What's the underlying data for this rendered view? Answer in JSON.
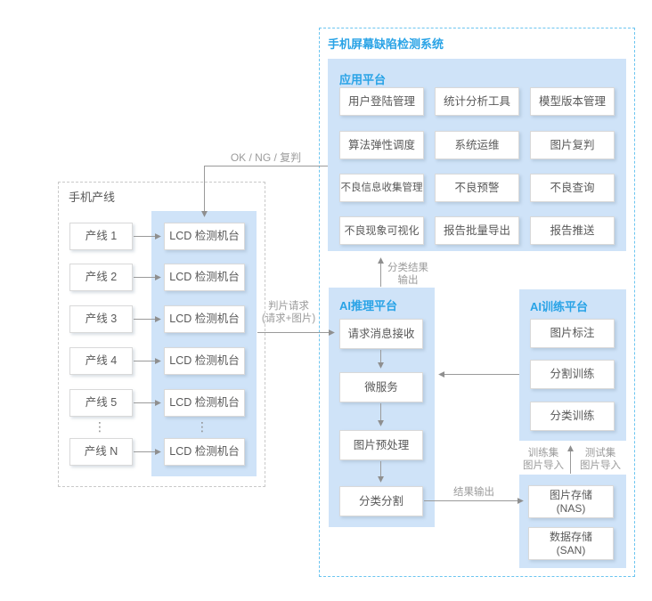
{
  "system": {
    "title": "手机屏幕缺陷检测系统",
    "app_platform": {
      "title": "应用平台",
      "items": [
        "用户登陆管理",
        "统计分析工具",
        "模型版本管理",
        "算法弹性调度",
        "系统运维",
        "图片复判",
        "不良信息收集管理",
        "不良预警",
        "不良查询",
        "不良现象可视化",
        "报告批量导出",
        "报告推送"
      ]
    },
    "inference_platform": {
      "title": "AI推理平台",
      "steps": [
        "请求消息接收",
        "微服务",
        "图片预处理",
        "分类分割"
      ]
    },
    "training_platform": {
      "title": "AI训练平台",
      "steps": [
        "图片标注",
        "分割训练",
        "分类训练"
      ]
    },
    "storage": {
      "items": [
        {
          "line1": "图片存储",
          "line2": "(NAS)"
        },
        {
          "line1": "数据存储",
          "line2": "(SAN)"
        }
      ]
    }
  },
  "production_line": {
    "title": "手机产线",
    "lines": [
      "产线 1",
      "产线 2",
      "产线 3",
      "产线 4",
      "产线 5",
      "产线 N"
    ],
    "machine": "LCD 检测机台",
    "ellipsis": "⋮"
  },
  "labels": {
    "ok_ng": "OK / NG / 复判",
    "request_line1": "判片请求",
    "request_line2": "(请求+图片)",
    "class_result_line1": "分类结果",
    "class_result_line2": "输出",
    "result_output": "结果输出",
    "train_set_line1": "训练集",
    "train_set_line2": "图片导入",
    "test_set_line1": "测试集",
    "test_set_line2": "图片导入"
  },
  "colors": {
    "accent_blue": "#29a3e6",
    "panel_fill": "#cfe3f8",
    "system_dashed_border": "#6cc5f0",
    "gray_dashed_border": "#c9c9c9",
    "box_border": "#d9d9d9",
    "box_text": "#595959",
    "label_gray": "#9b9b9b",
    "arrow_gray": "#8f8f8f"
  }
}
